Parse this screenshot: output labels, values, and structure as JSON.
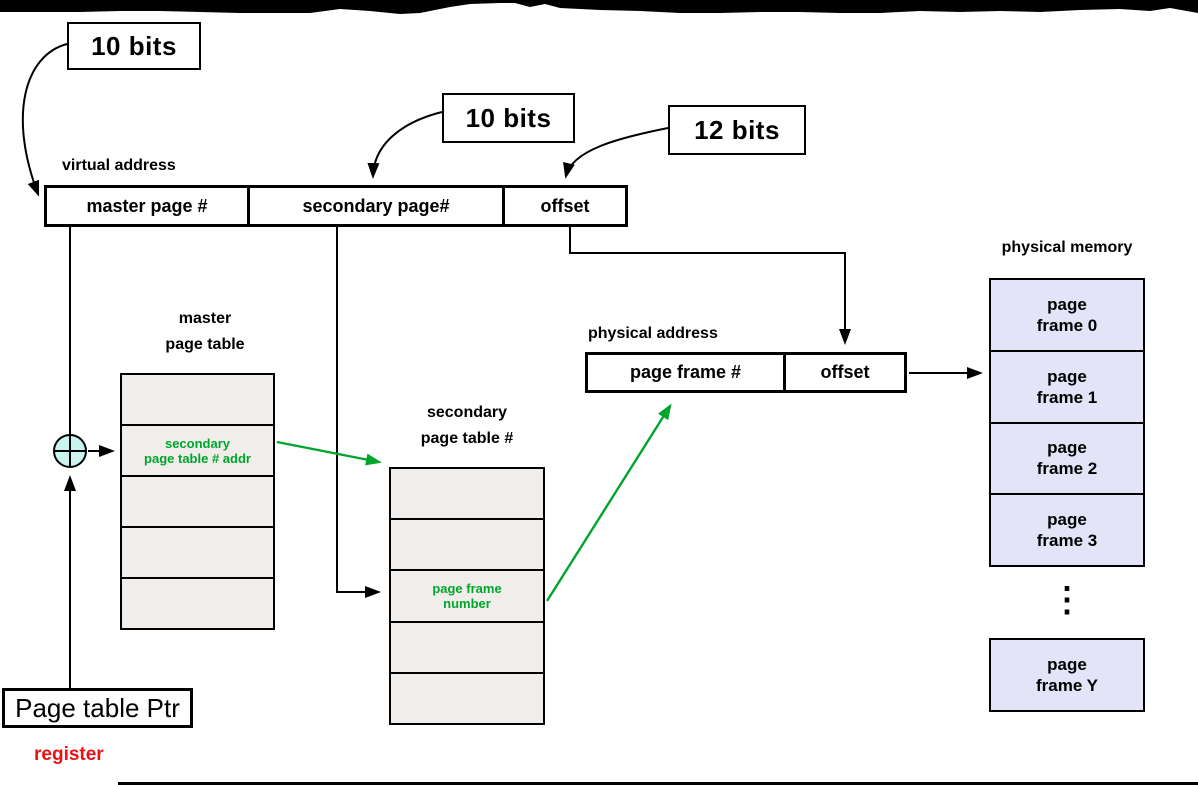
{
  "colors": {
    "green": "#00A62C",
    "red": "#EE1111",
    "table-fill": "#F0EDEA",
    "memory-fill": "#E4E4F8",
    "adder-fill": "#C9F4F1",
    "line": "#000000"
  },
  "callouts": {
    "left_bits": "10 bits",
    "middle_bits": "10 bits",
    "right_bits": "12 bits"
  },
  "virtual_address": {
    "label": "virtual address",
    "master_field": "master page #",
    "secondary_field": "secondary page#",
    "offset_field": "offset"
  },
  "master_page_table": {
    "title_line1": "master",
    "title_line2": "page table",
    "entry_line1": "secondary",
    "entry_line2": "page table # addr"
  },
  "secondary_page_table": {
    "title_line1": "secondary",
    "title_line2": "page table #",
    "entry_line1": "page frame",
    "entry_line2": "number"
  },
  "physical_address": {
    "label": "physical address",
    "frame_field": "page frame #",
    "offset_field": "offset"
  },
  "physical_memory": {
    "label": "physical memory",
    "frames": [
      {
        "line1": "page",
        "line2": "frame 0"
      },
      {
        "line1": "page",
        "line2": "frame 1"
      },
      {
        "line1": "page",
        "line2": "frame 2"
      },
      {
        "line1": "page",
        "line2": "frame 3"
      }
    ],
    "ellipsis": "⋮",
    "last_frame": {
      "line1": "page",
      "line2": "frame Y"
    }
  },
  "page_table_register": {
    "box_label": "Page table Ptr",
    "caption": "register"
  }
}
